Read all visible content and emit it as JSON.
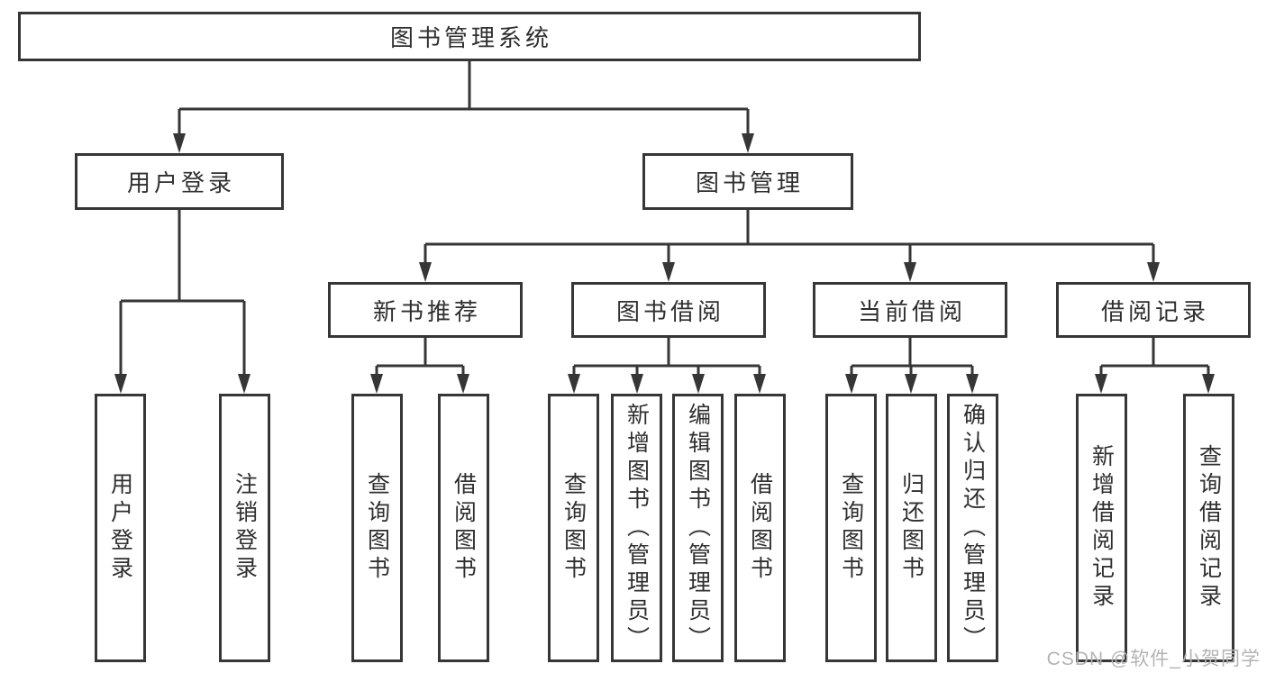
{
  "diagram_title": "图书管理系统",
  "tree": {
    "root": {
      "label": "图书管理系统",
      "children": [
        {
          "label": "用户登录",
          "children": [
            {
              "label": "用户登录"
            },
            {
              "label": "注销登录"
            }
          ]
        },
        {
          "label": "图书管理",
          "children": [
            {
              "label": "新书推荐",
              "children": [
                {
                  "label": "查询图书"
                },
                {
                  "label": "借阅图书"
                }
              ]
            },
            {
              "label": "图书借阅",
              "children": [
                {
                  "label": "查询图书"
                },
                {
                  "label": "新增图书（管理员）"
                },
                {
                  "label": "编辑图书（管理员）"
                },
                {
                  "label": "借阅图书"
                }
              ]
            },
            {
              "label": "当前借阅",
              "children": [
                {
                  "label": "查询图书"
                },
                {
                  "label": "归还图书"
                },
                {
                  "label": "确认归还（管理员）"
                }
              ]
            },
            {
              "label": "借阅记录",
              "children": [
                {
                  "label": "新增借阅记录"
                },
                {
                  "label": "查询借阅记录"
                }
              ]
            }
          ]
        }
      ]
    }
  },
  "watermark": {
    "text": "CSDN @软件_小贺同学"
  },
  "colors": {
    "line": "#363636",
    "box_border": "#363636",
    "text": "#2f2f2f",
    "watermark": "#b3b3b3",
    "background": "#ffffff"
  }
}
